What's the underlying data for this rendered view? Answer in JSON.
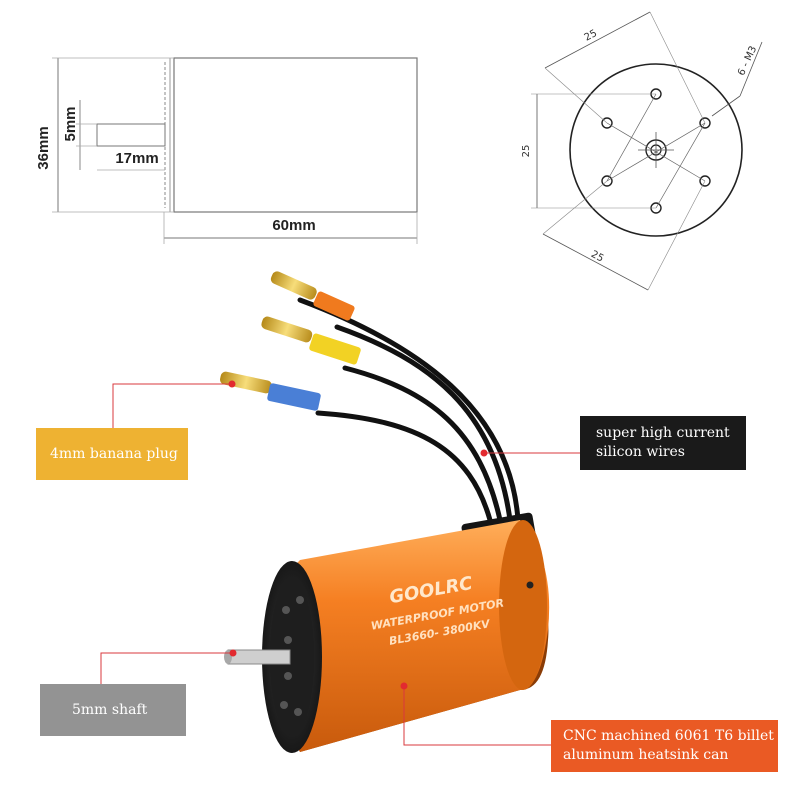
{
  "side_view": {
    "diameter_label": "36mm",
    "shaft_diameter_label": "5mm",
    "shaft_length_label": "17mm",
    "length_label": "60mm"
  },
  "front_view": {
    "top_dimension": "25",
    "left_dimension": "25",
    "bottom_dimension": "25",
    "holes_label": "6 - M3"
  },
  "motor": {
    "brand": "GOOLRC",
    "line2": "WATERPROOF MOTOR",
    "line3": "BL3660- 3800KV",
    "body_color": "#f07a1e",
    "wire_tube_colors": [
      "#f07a1e",
      "#f2d224",
      "#4a7fd6"
    ]
  },
  "callouts": {
    "banana_plug": "4mm banana plug",
    "silicon_wires_line1": "super high current",
    "silicon_wires_line2": "silicon wires",
    "shaft": "5mm shaft",
    "can_line1": "CNC machined 6061 T6 billet",
    "can_line2": "aluminum heatsink can"
  }
}
